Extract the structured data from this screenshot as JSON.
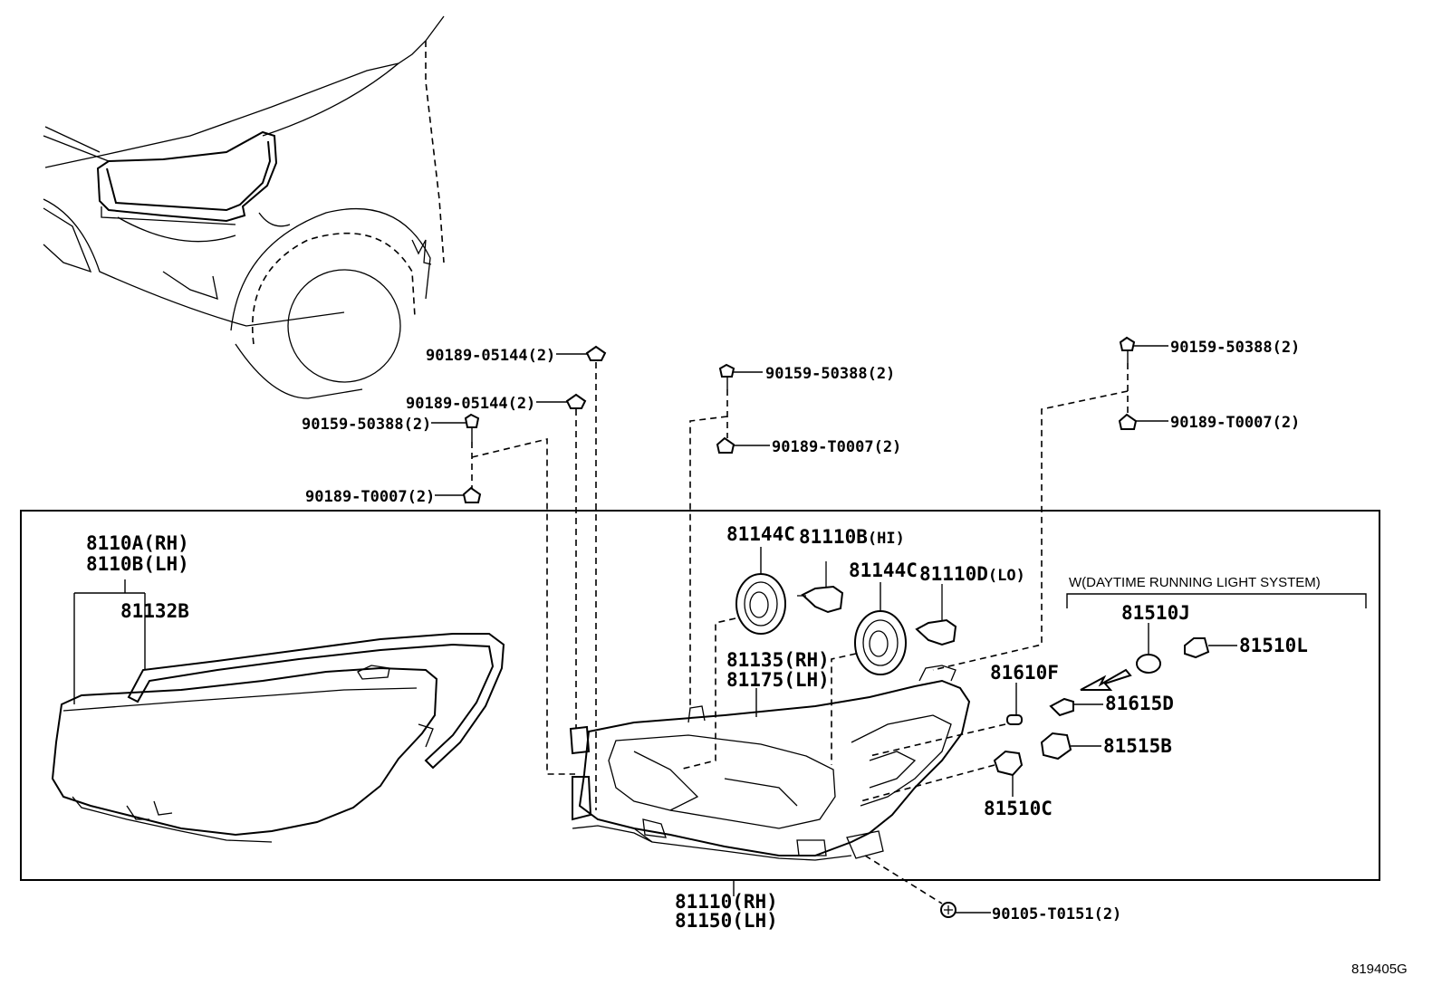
{
  "diagram_code": "819405G",
  "fastener_labels": {
    "f_90189_05144_a": "90189-05144(2)",
    "f_90189_05144_b": "90189-05144(2)",
    "f_90159_50388_left": "90159-50388(2)",
    "f_90189_T0007_left": "90189-T0007(2)",
    "f_90159_50388_mid": "90159-50388(2)",
    "f_90189_T0007_mid": "90189-T0007(2)",
    "f_90159_50388_right": "90159-50388(2)",
    "f_90189_T0007_right": "90189-T0007(2)",
    "f_90105_T0151": "90105-T0151(2)"
  },
  "part_labels": {
    "lens_rh": "8110A(RH)",
    "lens_lh": "8110B(LH)",
    "gasket": "81132B",
    "cover_a": "81144C",
    "bulb_hi_code": "81110B",
    "bulb_hi_suffix": "(HI)",
    "cover_b": "81144C",
    "bulb_lo_code": "81110D",
    "bulb_lo_suffix": "(LO)",
    "reflector_rh": "81135(RH)",
    "reflector_lh": "81175(LH)",
    "drl_bulb": "81510J",
    "drl_socket": "81510L",
    "bulb_81610F": "81610F",
    "socket_81615D": "81615D",
    "socket_81515B": "81515B",
    "bulb_81510C": "81510C",
    "assembly_rh": "81110(RH)",
    "assembly_lh": "81150(LH)"
  },
  "drl_group_label": "W(DAYTIME RUNNING LIGHT SYSTEM)"
}
